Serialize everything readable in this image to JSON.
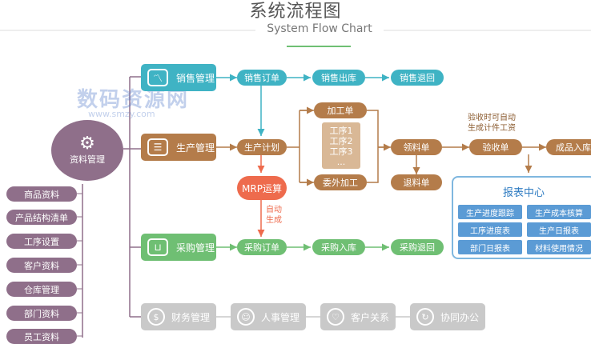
{
  "header": {
    "title": "系统流程图",
    "subtitle": "System Flow Chart"
  },
  "watermark": {
    "text": "数码资源网",
    "url": "www.smzy.com"
  },
  "core": {
    "label": "资料管理",
    "icon": "gear-icon"
  },
  "left_items": [
    "商品资料",
    "产品结构清单",
    "工序设置",
    "客户资料",
    "仓库管理",
    "部门资料",
    "员工资料"
  ],
  "sales": {
    "module": "销售管理",
    "icon": "line-chart-icon",
    "steps": [
      "销售订单",
      "销售出库",
      "销售退回"
    ]
  },
  "production": {
    "module": "生产管理",
    "icon": "list-icon",
    "plan": "生产计划",
    "processing": "加工单",
    "processes": [
      "工序1",
      "工序2",
      "工序3",
      "..."
    ],
    "outsource": "委外加工",
    "pick": "领料单",
    "return": "退料单",
    "accept": "验收单",
    "finished": "成品入库",
    "accept_note_line1": "验收时可自动",
    "accept_note_line2": "生成计件工资"
  },
  "mrp": {
    "label": "MRP运算",
    "note_line1": "自动",
    "note_line2": "生成"
  },
  "purchase": {
    "module": "采购管理",
    "icon": "basket-icon",
    "steps": [
      "采购订单",
      "采购入库",
      "采购退回"
    ]
  },
  "report_center": {
    "title": "报表中心",
    "items": [
      "生产进度跟踪",
      "生产成本核算",
      "工序进度表",
      "生产日报表",
      "部门日报表",
      "材料使用情况"
    ]
  },
  "other_modules": [
    {
      "label": "财务管理",
      "icon": "dollar-icon"
    },
    {
      "label": "人事管理",
      "icon": "person-icon"
    },
    {
      "label": "客户关系",
      "icon": "heart-icon"
    },
    {
      "label": "协同办公",
      "icon": "sync-icon"
    }
  ],
  "colors": {
    "teal": "#3fb3c4",
    "brown": "#b47c4a",
    "green": "#6fbf73",
    "purple": "#8f6f8a",
    "grey": "#c9c9c9",
    "red": "#ee6b4d",
    "blue": "#5b9bd5"
  }
}
